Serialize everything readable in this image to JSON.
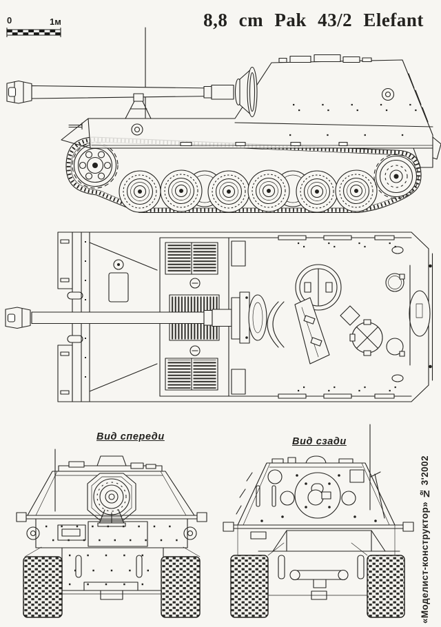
{
  "header": {
    "title": "8,8 cm Pak 43/2 Elefant"
  },
  "scale_bar": {
    "zero_label": "0",
    "one_meter_label": "1м"
  },
  "view_labels": {
    "front": "Вид спереди",
    "rear": "Вид сзади"
  },
  "credit": {
    "magazine": "«Моделист-конструктор» № 3'2002"
  },
  "colors": {
    "paper": "#f7f6f2",
    "ink": "#23221f"
  }
}
